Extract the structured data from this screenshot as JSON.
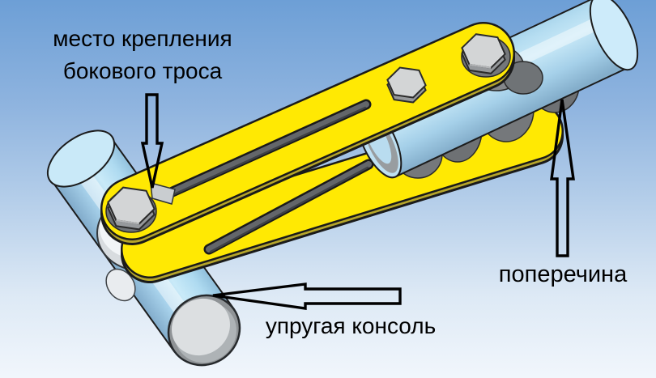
{
  "diagram": {
    "title": "Annotated 3D CAD view of elastic cantilever clamp assembly",
    "labels": {
      "attachment_point_line1": "место крепления",
      "attachment_point_line2": "бокового троса",
      "crossbar": "поперечина",
      "elastic_console": "упругая консоль"
    },
    "callouts": [
      {
        "id": "attachment-point",
        "arrow_direction": "down",
        "points_at": "bolt on elastic console"
      },
      {
        "id": "crossbar",
        "arrow_direction": "up",
        "points_at": "upper right tube"
      },
      {
        "id": "elastic-console",
        "arrow_direction": "left",
        "points_at": "lower left tube"
      }
    ],
    "colors": {
      "background_top": "#6D9FD6",
      "background_bottom": "#F1F6FC",
      "tube_blue_mid": "#A9D3EC",
      "tube_blue_highlight": "#C9EAF8",
      "tube_blue_shadow": "#7FA9C9",
      "strap_yellow": "#FFE903",
      "strap_edge_olive": "#B5A52B",
      "slot_gray": "#63666A",
      "bolt_top_gray": "#D3D5D6",
      "bolt_side_gray": "#96999C",
      "clamp_dark_gray": "#75787B",
      "end_cap_gray": "#DCDFE1",
      "boss_white": "#F2F5F7",
      "outline": "#1c1c1c",
      "label_text": "#000000",
      "arrow_stroke": "#000000"
    }
  }
}
